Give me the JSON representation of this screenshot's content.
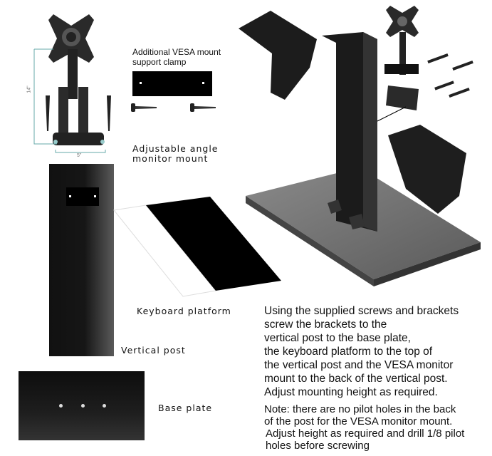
{
  "labels": {
    "vesa_clamp": "Additional VESA mount support clamp",
    "monitor_mount": "Adjustable angle monitor mount",
    "keyboard_platform": "Keyboard platform",
    "vertical_post": "Vertical post",
    "base_plate": "Base plate",
    "dim_height": "14\"",
    "dim_width": "5\""
  },
  "instructions": {
    "main": "Using the supplied screws and brackets screw the brackets to the vertical post to the base plate, the keyboard platform to the top of the vertical post and the VESA monitor mount to the back of the vertical post. Adjust mounting height as required.",
    "main_lines": [
      "Using the supplied screws and brackets",
      "screw the brackets to the",
      "vertical post to the base plate,",
      "the keyboard platform to the top of",
      "the vertical post and the VESA monitor",
      "mount to the back of the vertical post.",
      "Adjust mounting height as required."
    ],
    "note_lines": [
      "Note: there are no pilot holes in the back",
      "of the post for the VESA monitor mount.",
      "Adjust height as required and drill 1/8 pilot",
      "holes before screwing"
    ]
  }
}
